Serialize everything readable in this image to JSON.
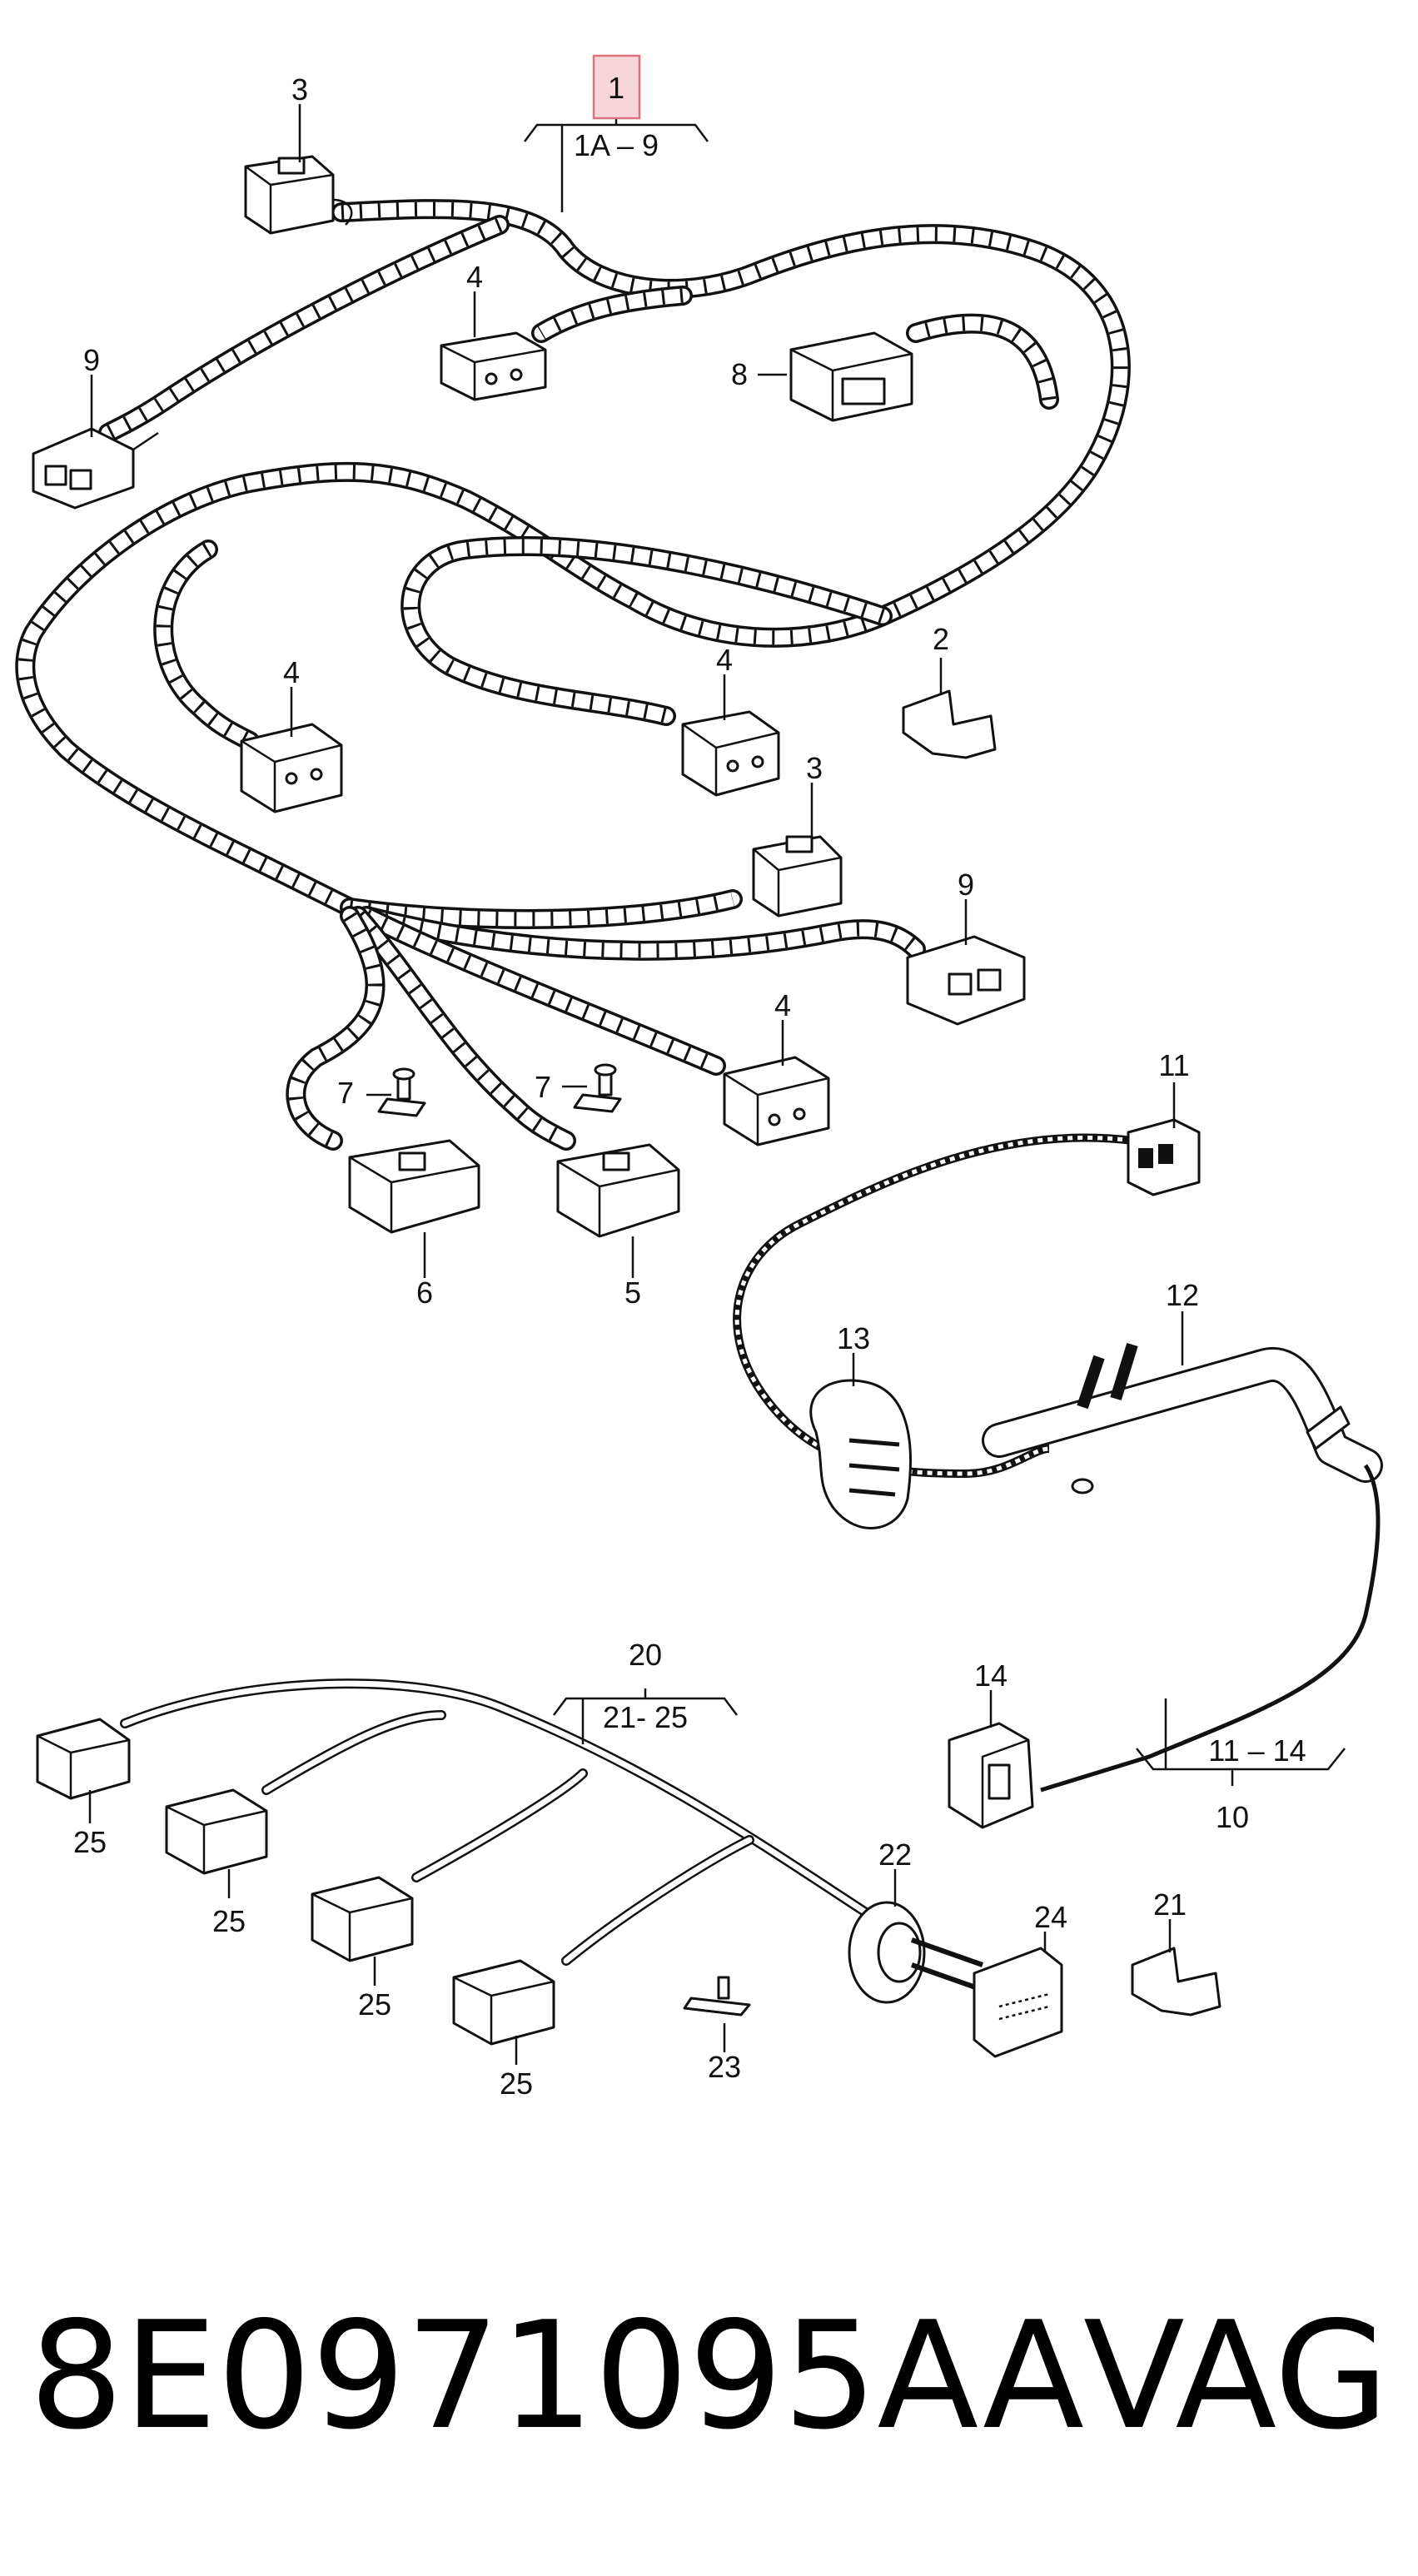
{
  "diagram": {
    "highlight_label": "1",
    "group_labels": {
      "g1": "1A – 9",
      "g20_num": "20",
      "g20": "21- 25",
      "g10_num": "10",
      "g10": "11 – 14"
    },
    "callouts": {
      "c3a": "3",
      "c9a": "9",
      "c4a": "4",
      "c8": "8",
      "c2": "2",
      "c4b": "4",
      "c4c": "4",
      "c3b": "3",
      "c9b": "9",
      "c4d": "4",
      "c7a": "7",
      "c7b": "7",
      "c6": "6",
      "c5": "5",
      "c11": "11",
      "c12": "12",
      "c13": "13",
      "c14": "14",
      "c25a": "25",
      "c25b": "25",
      "c25c": "25",
      "c25d": "25",
      "c22": "22",
      "c24": "24",
      "c21": "21",
      "c23": "23"
    }
  },
  "footer": {
    "part_number": "8E0971095AA",
    "brand": "VAG"
  }
}
